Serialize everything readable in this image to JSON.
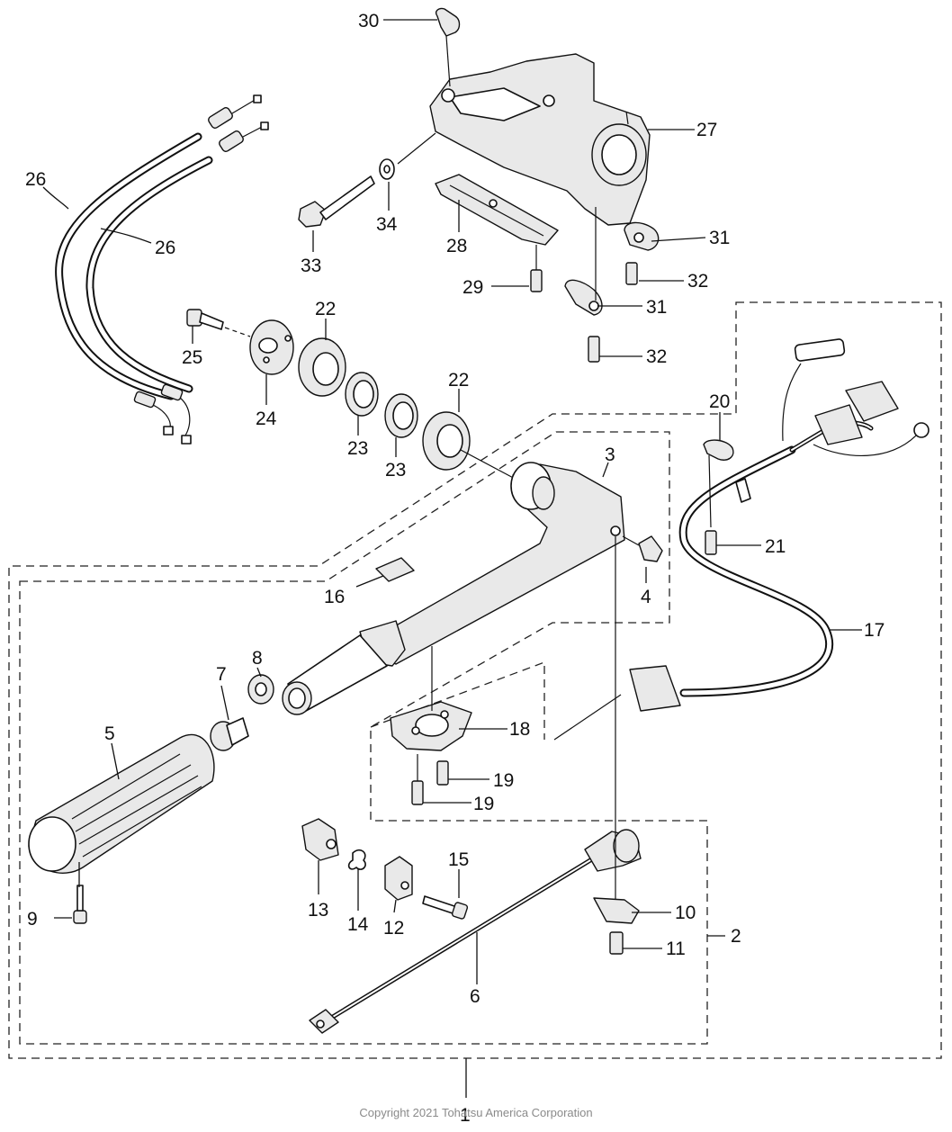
{
  "diagram": {
    "copyright": "Copyright 2021 Tohatsu America Corporation",
    "callouts": {
      "c1": "1",
      "c2": "2",
      "c3": "3",
      "c4": "4",
      "c5": "5",
      "c6": "6",
      "c7": "7",
      "c8": "8",
      "c9": "9",
      "c10": "10",
      "c11": "11",
      "c12": "12",
      "c13": "13",
      "c14": "14",
      "c15": "15",
      "c16": "16",
      "c17": "17",
      "c18": "18",
      "c19a": "19",
      "c19b": "19",
      "c20": "20",
      "c21": "21",
      "c22a": "22",
      "c22b": "22",
      "c23a": "23",
      "c23b": "23",
      "c24": "24",
      "c25": "25",
      "c26a": "26",
      "c26b": "26",
      "c27": "27",
      "c28": "28",
      "c29": "29",
      "c30": "30",
      "c31a": "31",
      "c31b": "31",
      "c32a": "32",
      "c32b": "32",
      "c33": "33",
      "c34": "34"
    }
  }
}
